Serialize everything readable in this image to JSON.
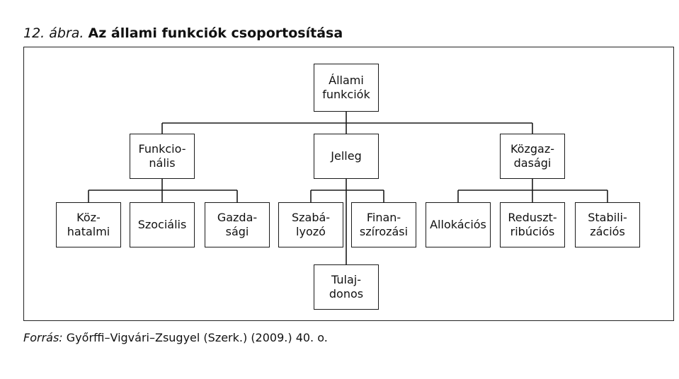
{
  "figure": {
    "number": "12. ábra.",
    "title": "Az állami funkciók csoportosítása",
    "source_label": "Forrás:",
    "source_text": "Győrffi–Vigvári–Zsugyel (Szerk.) (2009.) 40. o."
  },
  "nodes": {
    "root": "Állami\nfunkciók",
    "funkcionalis": "Funkcio-\nnális",
    "jelleg": "Jelleg",
    "kozgazdasagi": "Közgaz-\ndasági",
    "kozhatalmi": "Köz-\nhatalmi",
    "szocialis": "Szociális",
    "gazdasagi": "Gazda-\nsági",
    "szabalyozo": "Szabá-\nlyozó",
    "finanszirozasi": "Finan-\nszírozási",
    "tulajdonos": "Tulaj-\ndonos",
    "allokacios": "Allokációs",
    "redisztribucios": "Reduszt-\nribúciós",
    "stabilizacios": "Stabili-\nzációs"
  }
}
